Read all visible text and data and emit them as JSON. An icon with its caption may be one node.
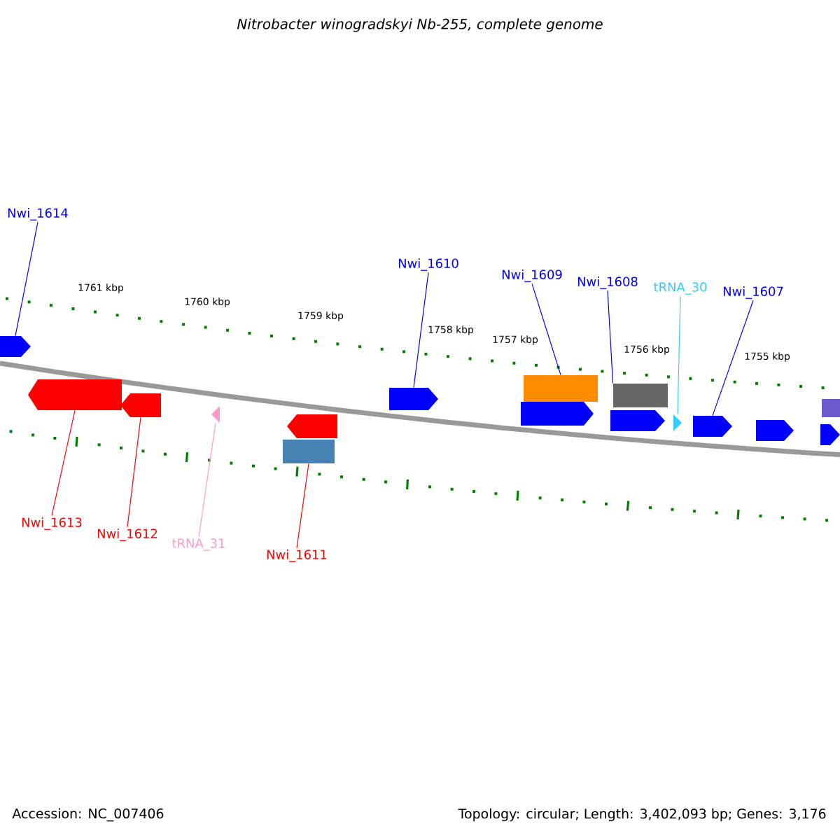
{
  "diagram": {
    "title": "Nitrobacter winogradskyi Nb-255, complete genome",
    "nodes": [
      {
        "text": [
          "Nwi_1614"
        ]
      },
      {
        "text": [
          "Nwi_1610"
        ]
      },
      {
        "text": [
          "Nwi_1609"
        ]
      },
      {
        "text": [
          "Nwi_1608"
        ]
      },
      {
        "text": [
          "tRNA_30"
        ]
      },
      {
        "text": [
          "Nwi_1607"
        ]
      },
      {
        "text": [
          "Nwi_1613"
        ]
      },
      {
        "text": [
          "Nwi_1612"
        ]
      },
      {
        "text": [
          "tRNA_31"
        ]
      },
      {
        "text": [
          "Nwi_1611"
        ]
      },
      {
        "text": [],
        "shape": "pentagon"
      },
      {
        "text": [],
        "shape": "pentagon"
      },
      {
        "text": [],
        "shape": "pentagon"
      },
      {
        "text": [],
        "shape": "triangle"
      },
      {
        "text": [],
        "shape": "pentagon"
      },
      {
        "text": [],
        "shape": "box"
      },
      {
        "text": [],
        "shape": "pentagon"
      },
      {
        "text": [],
        "shape": "box"
      },
      {
        "text": [],
        "shape": "pentagon"
      },
      {
        "text": [],
        "shape": "box"
      },
      {
        "text": [],
        "shape": "pentagon"
      },
      {
        "text": [],
        "shape": "triangle"
      },
      {
        "text": [],
        "shape": "pentagon"
      },
      {
        "text": [],
        "shape": "pentagon"
      },
      {
        "text": [],
        "shape": "box"
      },
      {
        "text": [],
        "shape": "pentagon"
      }
    ],
    "edges": [
      {
        "from": 0,
        "to": 10,
        "arrow": "none"
      },
      {
        "from": 1,
        "to": 16,
        "arrow": "none"
      },
      {
        "from": 2,
        "to": 17,
        "arrow": "none"
      },
      {
        "from": 3,
        "to": 19,
        "arrow": "none"
      },
      {
        "from": 4,
        "to": 21,
        "arrow": "none",
        "color": "#33ccff"
      },
      {
        "from": 5,
        "to": 22,
        "arrow": "none"
      },
      {
        "from": 6,
        "to": 11,
        "arrow": "none",
        "color": "#ff0000"
      },
      {
        "from": 7,
        "to": 12,
        "arrow": "none",
        "color": "#ff0000"
      },
      {
        "from": 8,
        "to": 13,
        "arrow": "none",
        "color": "#ff99cc"
      },
      {
        "from": 9,
        "to": 15,
        "arrow": "none",
        "color": "#ff0000"
      }
    ],
    "labels": [
      "1761 kbp",
      "1760 kbp",
      "1759 kbp",
      "1758 kbp",
      "1757 kbp",
      "1756 kbp",
      "1755 kbp",
      "Accession: NC_007406",
      "Topology: circular; Length: 3,402,093 bp; Genes: 3,176"
    ]
  }
}
